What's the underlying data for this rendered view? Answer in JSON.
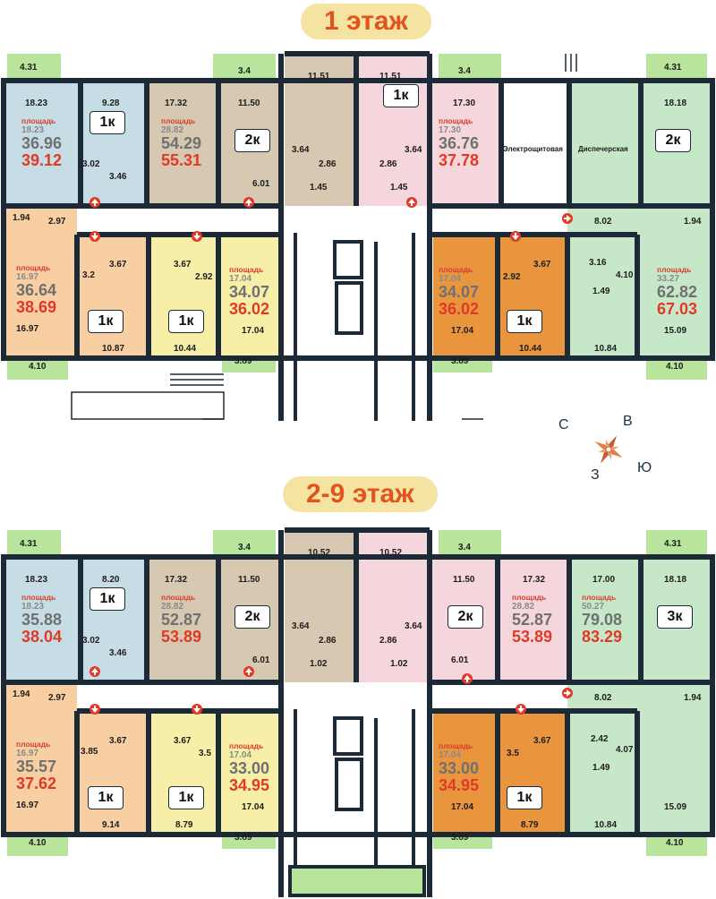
{
  "floors": [
    {
      "title": "1 этаж",
      "area_label": "площадь",
      "apartments": [
        {
          "type": "1к",
          "living": "18.23",
          "total": "36.96",
          "full": "39.12"
        },
        {
          "type": "2к",
          "living": "28.82",
          "total": "54.29",
          "full": "55.31"
        },
        {
          "type": "1к",
          "living": "17.30",
          "total": "36.76",
          "full": "37.78"
        },
        {
          "type": "2к",
          "living": "",
          "total": "",
          "full": ""
        },
        {
          "type": "1к",
          "living": "16.97",
          "total": "36.64",
          "full": "38.69"
        },
        {
          "type": "1к",
          "living": "17.04",
          "total": "34.07",
          "full": "36.02"
        },
        {
          "type": "1к",
          "living": "17.04",
          "total": "34.07",
          "full": "36.02"
        },
        {
          "type": "",
          "living": "33.27",
          "total": "62.82",
          "full": "67.03"
        }
      ],
      "rooms": {
        "a": "4.31",
        "b": "3.4",
        "c": "3.4",
        "d": "4.31",
        "r1": "18.23",
        "r2": "9.28",
        "r3": "17.32",
        "r4": "11.50",
        "r5": "11.51",
        "r6": "11.51",
        "r7": "17.30",
        "r8": "18.18",
        "r9": "3.02",
        "r10": "3.46",
        "r11": "6.01",
        "r12": "3.64",
        "r13": "2.86",
        "r14": "2.86",
        "r15": "3.64",
        "r16": "1.45",
        "r17": "1.45",
        "r18": "1.94",
        "r19": "2.97",
        "r20": "8.02",
        "r21": "1.94",
        "r22": "3.67",
        "r23": "3.67",
        "r24": "3.2",
        "r25": "2.92",
        "r26": "2.92",
        "r27": "3.67",
        "r28": "3.16",
        "r29": "4.10",
        "r30": "1.49",
        "r31": "16.97",
        "r32": "10.87",
        "r33": "10.44",
        "r34": "17.04",
        "r35": "17.04",
        "r36": "10.44",
        "r37": "10.84",
        "r38": "15.09",
        "r39": "4.10",
        "r40": "3.89",
        "r41": "3.89",
        "r42": "4.10"
      },
      "room_names": {
        "elec": "Электрощитовая",
        "disp": "Диспечерская"
      }
    },
    {
      "title": "2-9 этаж",
      "area_label": "площадь",
      "apartments": [
        {
          "type": "1к",
          "living": "18.23",
          "total": "35.88",
          "full": "38.04"
        },
        {
          "type": "2к",
          "living": "28.82",
          "total": "52.87",
          "full": "53.89"
        },
        {
          "type": "2к",
          "living": "28.82",
          "total": "52.87",
          "full": "53.89"
        },
        {
          "type": "3к",
          "living": "50.27",
          "total": "79.08",
          "full": "83.29"
        },
        {
          "type": "1к",
          "living": "16.97",
          "total": "35.57",
          "full": "37.62"
        },
        {
          "type": "1к",
          "living": "17.04",
          "total": "33.00",
          "full": "34.95"
        },
        {
          "type": "1к",
          "living": "17.04",
          "total": "33.00",
          "full": "34.95"
        }
      ],
      "rooms": {
        "a": "4.31",
        "b": "3.4",
        "c": "3.4",
        "d": "4.31",
        "r1": "18.23",
        "r2": "8.20",
        "r3": "17.32",
        "r4": "11.50",
        "r5": "10.52",
        "r6": "10.52",
        "r7": "11.50",
        "r8": "17.32",
        "r9": "17.00",
        "r10": "18.18",
        "r11": "3.02",
        "r12": "3.46",
        "r13": "6.01",
        "r14": "3.64",
        "r15": "2.86",
        "r16": "2.86",
        "r17": "3.64",
        "r18": "1.02",
        "r19": "1.02",
        "r20": "6.01",
        "r21": "1.94",
        "r22": "2.97",
        "r23": "8.02",
        "r24": "1.94",
        "r25": "3.67",
        "r26": "3.67",
        "r27": "3.85",
        "r28": "3.5",
        "r29": "3.5",
        "r30": "3.67",
        "r31": "2.42",
        "r32": "4.07",
        "r33": "1.49",
        "r34": "16.97",
        "r35": "9.14",
        "r36": "8.79",
        "r37": "17.04",
        "r38": "17.04",
        "r39": "8.79",
        "r40": "10.84",
        "r41": "15.09",
        "r42": "4.10",
        "r43": "3.89",
        "r44": "3.89",
        "r45": "4.10"
      }
    }
  ],
  "compass": {
    "n": "С",
    "e": "В",
    "w": "З",
    "s": "Ю"
  },
  "colors": {
    "wall": "#1c2a38",
    "blue": "#c7dde6",
    "taupe": "#d7c8b2",
    "gray": "#d5d5d5",
    "pink": "#f5d6dc",
    "green": "#c6e8c9",
    "peach": "#f8cfa2",
    "yellow": "#f7efa7",
    "orange": "#e9953e",
    "balcony": "#b9e49b",
    "accent": "#e2541f"
  }
}
